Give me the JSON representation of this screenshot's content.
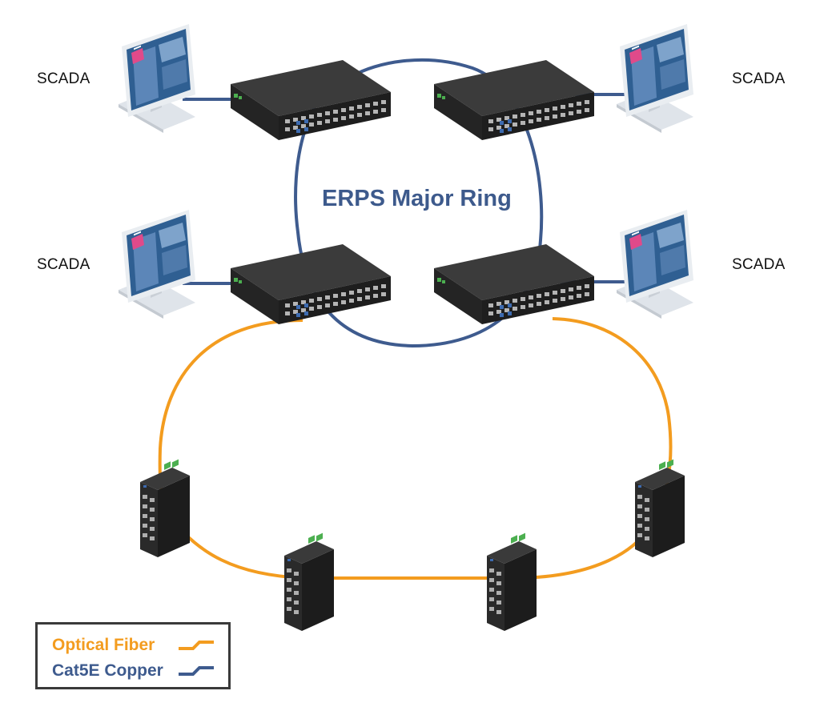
{
  "diagram": {
    "ring_title": "ERPS Major Ring",
    "scada_label": "SCADA",
    "legend": {
      "fiber_label": "Optical Fiber",
      "copper_label": "Cat5E Copper"
    },
    "colors": {
      "fiber": "#f39c1f",
      "copper": "#3e5b8e",
      "switch_body": "#2e2e2e",
      "monitor_screen": "#2f5f92",
      "monitor_accent": "#e04a8a",
      "terminal_green": "#4caf50"
    }
  }
}
